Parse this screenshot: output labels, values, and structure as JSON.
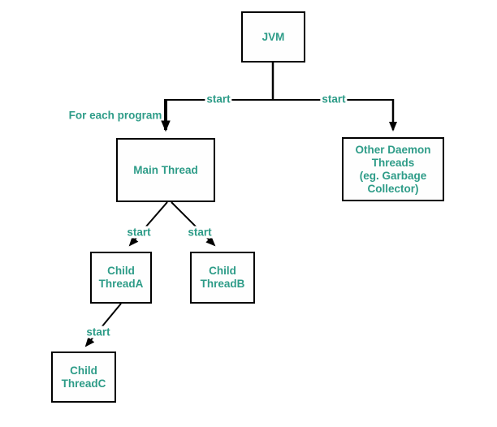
{
  "diagram": {
    "name": "jvm-thread-hierarchy",
    "colors": {
      "text": "#2e9c88",
      "line": "#000000",
      "background": "#ffffff",
      "box_border": "#000000",
      "box_fill": "#fefefe"
    },
    "nodes": {
      "jvm": {
        "label": "JVM"
      },
      "main_thread": {
        "label": "Main Thread"
      },
      "other_daemon": {
        "label": "Other Daemon\nThreads\n(eg. Garbage\nCollector)"
      },
      "child_a": {
        "label": "Child\nThreadA"
      },
      "child_b": {
        "label": "Child\nThreadB"
      },
      "child_c": {
        "label": "Child\nThreadC"
      }
    },
    "edges": [
      {
        "from": "jvm",
        "to": "main_thread",
        "label": "start"
      },
      {
        "from": "jvm",
        "to": "other_daemon",
        "label": "start"
      },
      {
        "from": "main_thread",
        "to": "child_a",
        "label": "start"
      },
      {
        "from": "main_thread",
        "to": "child_b",
        "label": "start"
      },
      {
        "from": "child_a",
        "to": "child_c",
        "label": "start"
      }
    ],
    "edge_labels": {
      "start_main": "start",
      "start_daemon": "start",
      "start_child_a": "start",
      "start_child_b": "start",
      "start_child_c": "start",
      "for_each_program": "For each program"
    }
  }
}
